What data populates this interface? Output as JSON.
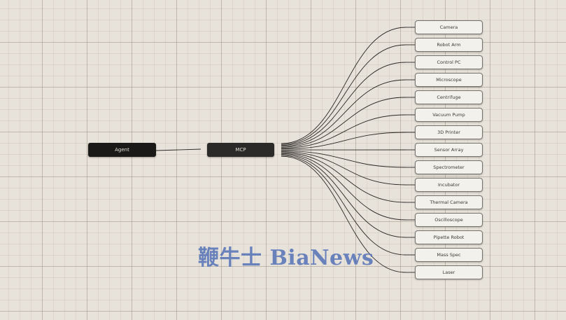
{
  "nodes": {
    "agent": "Agent",
    "mcp": "MCP"
  },
  "devices": [
    "Camera",
    "Robot Arm",
    "Control PC",
    "Microscope",
    "Centrifuge",
    "Vacuum Pump",
    "3D Printer",
    "Sensor Array",
    "Spectrometer",
    "Incubator",
    "Thermal Camera",
    "Oscilloscope",
    "Pipette Robot",
    "Mass Spec",
    "Laser"
  ],
  "watermark": "鞭牛士 BiaNews",
  "colors": {
    "background": "#e8e3da",
    "dark_node": "#1a1918",
    "line": "#2a2826",
    "watermark": "#4e6cb4"
  }
}
